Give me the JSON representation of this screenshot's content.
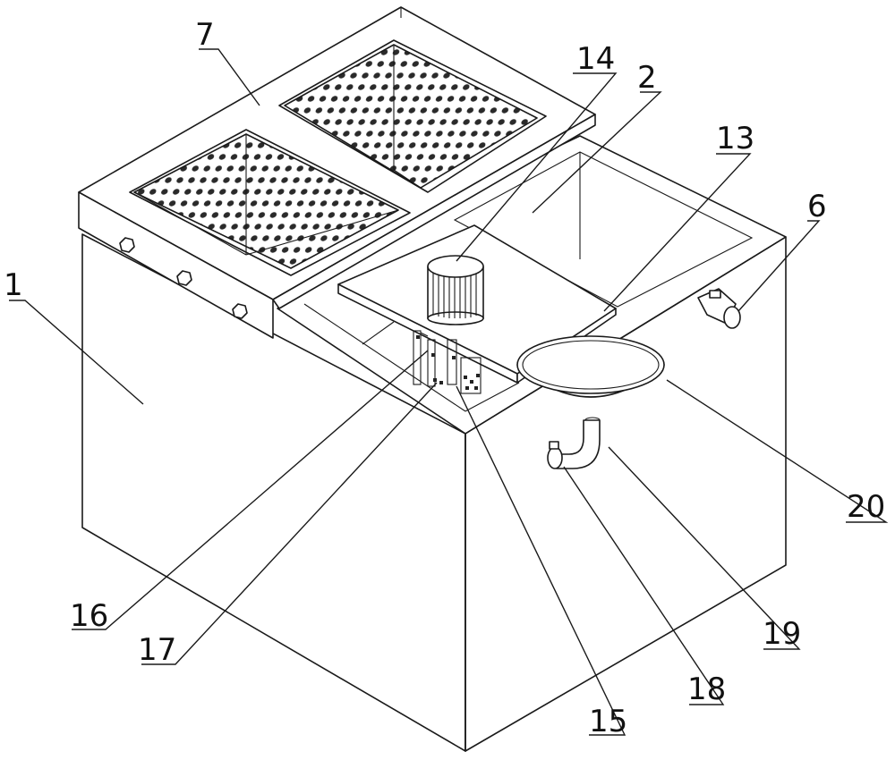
{
  "callouts": [
    {
      "id": "c1",
      "text": "1"
    },
    {
      "id": "c2",
      "text": "2"
    },
    {
      "id": "c6",
      "text": "6"
    },
    {
      "id": "c7",
      "text": "7"
    },
    {
      "id": "c13",
      "text": "13"
    },
    {
      "id": "c14",
      "text": "14"
    },
    {
      "id": "c15",
      "text": "15"
    },
    {
      "id": "c16",
      "text": "16"
    },
    {
      "id": "c17",
      "text": "17"
    },
    {
      "id": "c18",
      "text": "18"
    },
    {
      "id": "c19",
      "text": "19"
    },
    {
      "id": "c20",
      "text": "20"
    }
  ]
}
